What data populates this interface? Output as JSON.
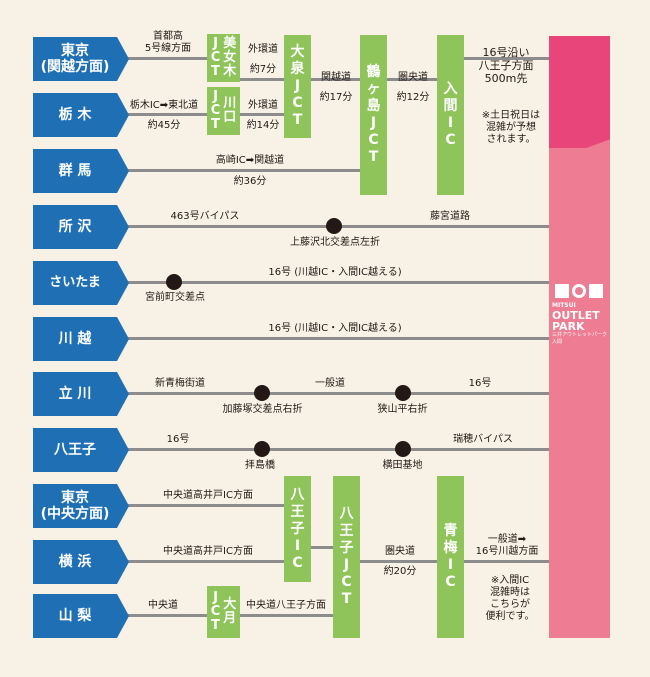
{
  "origins": [
    {
      "label": "東京\n(関越方面)"
    },
    {
      "label": "栃 木"
    },
    {
      "label": "群 馬"
    },
    {
      "label": "所 沢"
    },
    {
      "label": "さいたま"
    },
    {
      "label": "川 越"
    },
    {
      "label": "立 川"
    },
    {
      "label": "八王子"
    },
    {
      "label": "東京\n(中央方面)"
    },
    {
      "label": "横 浜"
    },
    {
      "label": "山 梨"
    }
  ],
  "junctions": {
    "bijogi": [
      "美",
      "女",
      "木"
    ],
    "bijogi_jct": [
      "J",
      "C",
      "T"
    ],
    "kawaguchi": [
      "川",
      "口"
    ],
    "kawaguchi_jct": [
      "J",
      "C",
      "T"
    ],
    "oizumi": [
      "大",
      "泉",
      "J",
      "C",
      "T"
    ],
    "tsurugashima": [
      "鶴",
      "ヶ",
      "島",
      "J",
      "C",
      "T"
    ],
    "iruma": [
      "入",
      "間",
      "I",
      "C"
    ],
    "hachioji_ic": [
      "八",
      "王",
      "子",
      "I",
      "C"
    ],
    "hachioji_jct": [
      "八",
      "王",
      "子",
      "J",
      "C",
      "T"
    ],
    "ome": [
      "青",
      "梅",
      "I",
      "C"
    ],
    "otsuki": [
      "大",
      "月"
    ],
    "otsuki_jct": [
      "J",
      "C",
      "T"
    ]
  },
  "labels": {
    "shutoko": "首都高\n5号線方面",
    "gaikan1": "外環道",
    "gaikan1_time": "約7分",
    "tochigi_route": "栃木IC➡東北道",
    "tochigi_time": "約45分",
    "gaikan2": "外環道",
    "gaikan2_time": "約14分",
    "kanetsu": "関越道",
    "kanetsu_time": "約17分",
    "kenodo": "圏央道",
    "kenodo_time": "約12分",
    "route16": "16号沿い\n八王子方面\n500m先",
    "gunma_route": "高崎IC➡関越道",
    "gunma_time": "約36分",
    "bypass463": "463号バイパス",
    "fujimiya": "藤宮道路",
    "kamifuji": "上藤沢北交差点左折",
    "saitama16": "16号 (川越IC・入間IC越える)",
    "miyamae": "宮前町交差点",
    "kawagoe16": "16号 (川越IC・入間IC越える)",
    "shinome": "新青梅街道",
    "ippando": "一般道",
    "r16_tachikawa": "16号",
    "katozuka": "加藤塚交差点右折",
    "sayamadai": "狭山平右折",
    "r16_hachioji": "16号",
    "mizuho": "瑞穂バイパス",
    "haijima": "拝島橋",
    "yokota": "横田基地",
    "chuo_tokyo": "中央道高井戸IC方面",
    "chuo_yokohama": "中央道高井戸IC方面",
    "kenodo2": "圏央道",
    "kenodo2_time": "約20分",
    "ome_route": "一般道➡\n16号川越方面",
    "chuo_yamanashi": "中央道",
    "chuo_hachioji": "中央道八王子方面"
  },
  "notes": {
    "weekend": "※土日祝日は\n混雑が予想\nされます。",
    "iruma_jam": "※入間IC\n混雑時は\nこちらが\n便利です。"
  },
  "logo": {
    "line1": "MITSUI",
    "line2": "OUTLET",
    "line3": "PARK",
    "line4": "三井アウトレットパーク\n入間"
  },
  "colors": {
    "origin": "#1f6fb5",
    "junction": "#8ec45a",
    "destination_top": "#e8467a",
    "destination": "#ee7c93",
    "road": "#8c8c8c",
    "background": "#f8f2e6"
  }
}
